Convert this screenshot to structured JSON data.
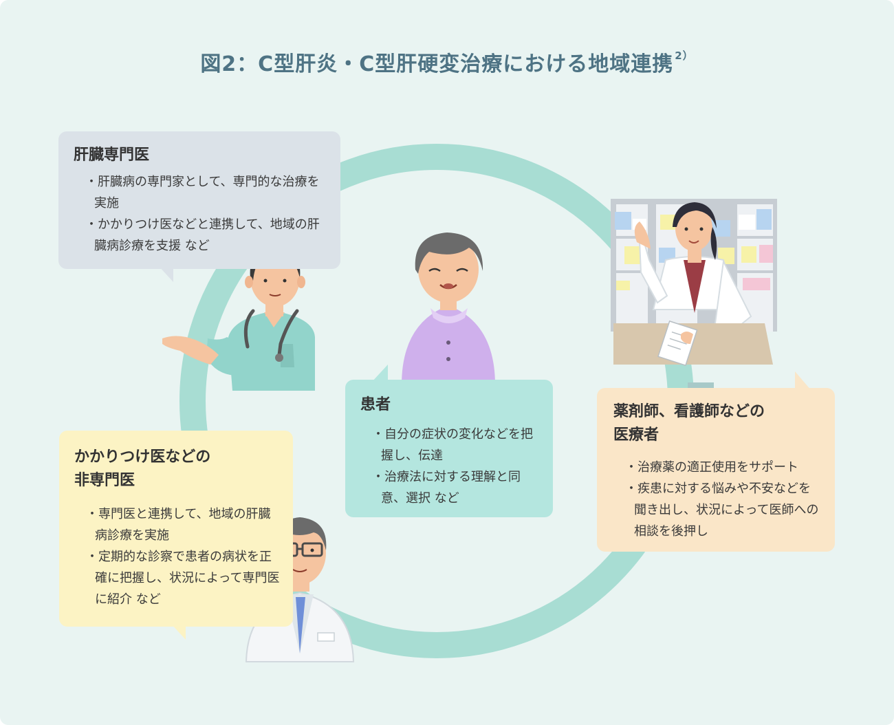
{
  "title": {
    "text": "図2：C型肝炎・C型肝硬変治療における地域連携",
    "ref": "2）"
  },
  "specialist": {
    "heading": "肝臓専門医",
    "items": [
      "肝臓病の専門家として、専門的な治療を実施",
      "かかりつけ医などと連携して、地域の肝臓病診療を支援 など"
    ]
  },
  "patient": {
    "heading": "患者",
    "items": [
      "自分の症状の変化などを把握し、伝達",
      "治療法に対する理解と同意、選択 など"
    ]
  },
  "gp": {
    "heading_lines": [
      "かかりつけ医などの",
      "非専門医"
    ],
    "items": [
      "専門医と連携して、地域の肝臓病診療を実施",
      "定期的な診察で患者の病状を正確に把握し、状況によって専門医に紹介 など"
    ]
  },
  "pharmacist": {
    "heading_lines": [
      "薬剤師、看護師などの",
      "医療者"
    ],
    "items": [
      "治療薬の適正使用をサポート",
      "疾患に対する悩みや不安などを聞き出し、状況によって医師への相談を後押し"
    ]
  },
  "colors": {
    "background": "#e9f4f2",
    "ring": "#a8ddd3",
    "title": "#4e7384",
    "specialist_bubble": "#dbe2e8",
    "patient_bubble": "#b4e6df",
    "gp_bubble": "#fcf3c4",
    "pharmacist_bubble": "#fae6c8"
  }
}
